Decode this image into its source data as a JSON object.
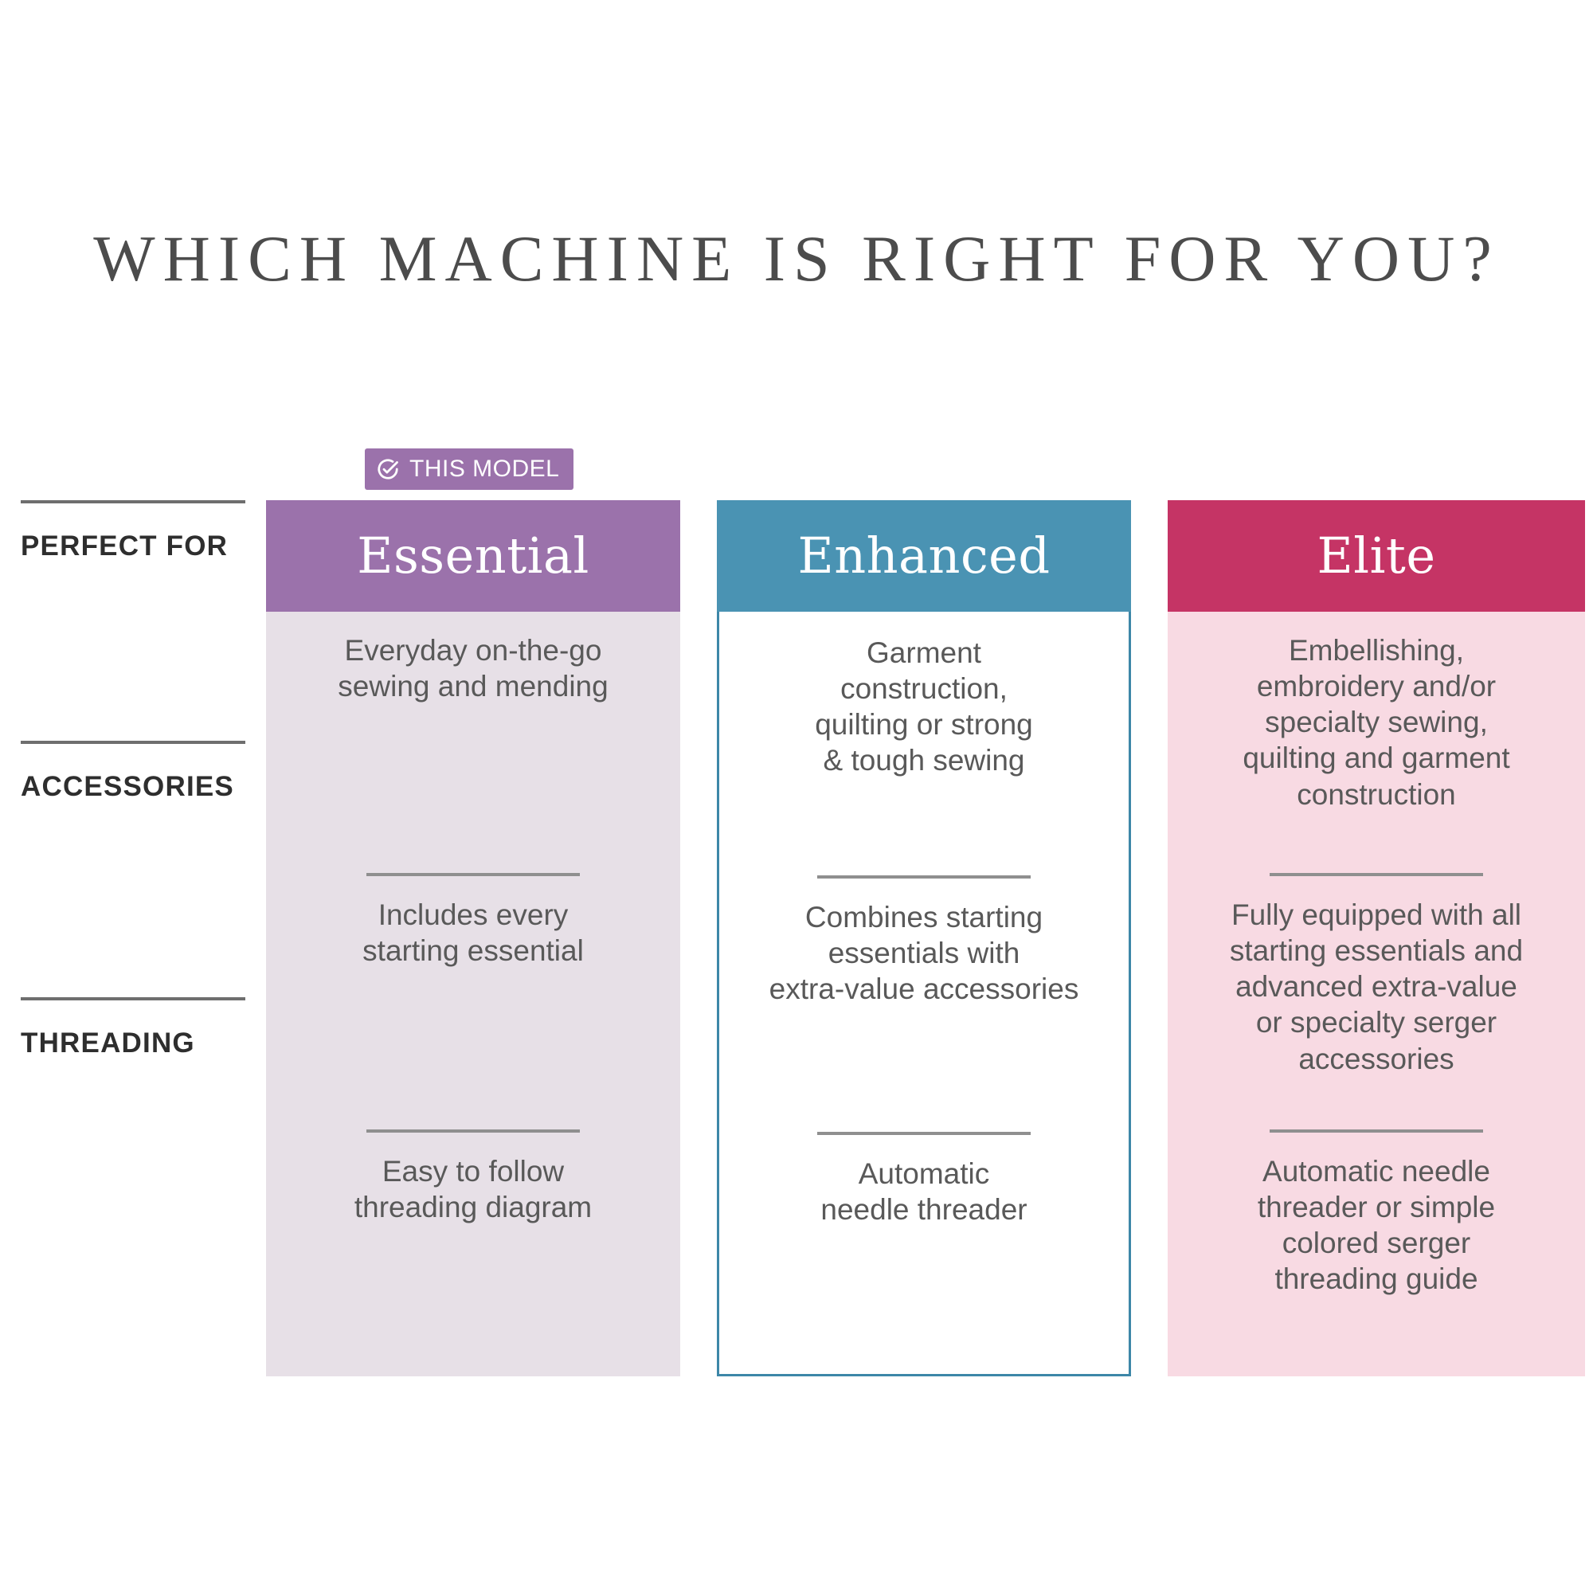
{
  "title": "WHICH MACHINE IS RIGHT FOR YOU?",
  "badge": {
    "label": "THIS MODEL",
    "icon": "check-circle-icon",
    "color": "#9b72ab"
  },
  "colors": {
    "essential_header": "#9b72ab",
    "essential_body": "#e7e0e7",
    "enhanced_header": "#4a93b3",
    "enhanced_border": "#3d87a8",
    "enhanced_body": "#ffffff",
    "elite_header": "#c53465",
    "elite_body": "#f8dae3",
    "title_text": "#4c4c4c",
    "body_text": "#595959",
    "label_text": "#2e2e2e",
    "rule": "#8f8f8f"
  },
  "rows": [
    {
      "label": "PERFECT FOR"
    },
    {
      "label": "ACCESSORIES"
    },
    {
      "label": "THREADING"
    }
  ],
  "columns": [
    {
      "name": "Essential",
      "header": "Essential",
      "highlighted": true,
      "cells": [
        "Everyday on-the-go\nsewing and mending",
        "Includes every\nstarting essential",
        "Easy to follow\nthreading diagram"
      ]
    },
    {
      "name": "Enhanced",
      "header": "Enhanced",
      "highlighted": false,
      "cells": [
        "Garment\nconstruction,\nquilting or strong\n& tough sewing",
        "Combines starting\nessentials with\nextra-value accessories",
        "Automatic\nneedle threader"
      ]
    },
    {
      "name": "Elite",
      "header": "Elite",
      "highlighted": false,
      "cells": [
        "Embellishing,\nembroidery and/or\nspecialty sewing,\nquilting and garment\nconstruction",
        "Fully equipped with all\nstarting essentials and\nadvanced extra-value\nor specialty serger\naccessories",
        "Automatic needle\nthreader or simple\ncolored serger\nthreading guide"
      ]
    }
  ]
}
